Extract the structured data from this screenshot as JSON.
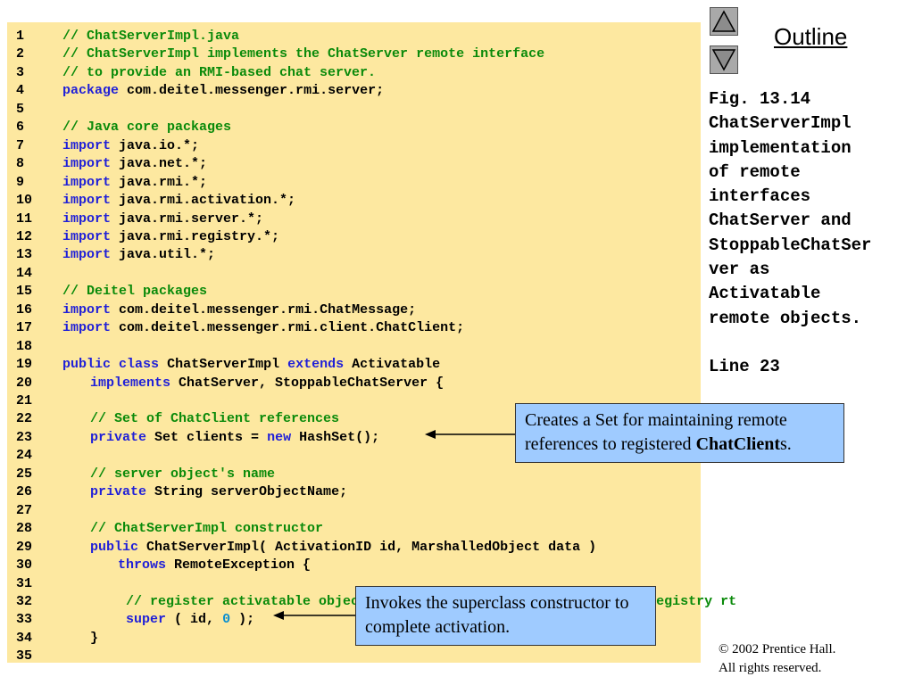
{
  "nav": {
    "up_icon": "triangle-up-icon",
    "down_icon": "triangle-down-icon",
    "outline_label": "Outline"
  },
  "caption": {
    "lines": [
      "Fig. 13.14",
      "ChatServerImpl",
      "implementation",
      "of remote",
      "interfaces",
      "ChatServer and",
      "StoppableChatSer",
      "ver as",
      "Activatable",
      "remote objects."
    ],
    "line_ref": "Line 23"
  },
  "callouts": {
    "set": {
      "text_before": "Creates a Set for maintaining remote references to registered ",
      "bold": "ChatClient",
      "text_after": "s."
    },
    "super": {
      "text": "Invokes the superclass constructor to complete activation."
    }
  },
  "copyright": {
    "line1": "© 2002 Prentice Hall.",
    "line2": "All rights reserved."
  },
  "code": {
    "lines": [
      {
        "n": "1",
        "indent": 0,
        "tokens": [
          [
            "cm",
            "// ChatServerImpl.java"
          ]
        ]
      },
      {
        "n": "2",
        "indent": 0,
        "tokens": [
          [
            "cm",
            "// ChatServerImpl implements the ChatServer remote interface"
          ]
        ]
      },
      {
        "n": "3",
        "indent": 0,
        "tokens": [
          [
            "cm",
            "// to provide an RMI-based chat server."
          ]
        ]
      },
      {
        "n": "4",
        "indent": 0,
        "tokens": [
          [
            "kw",
            "package"
          ],
          [
            "",
            "com.deitel.messenger.rmi.server;"
          ]
        ]
      },
      {
        "n": "5",
        "indent": 0,
        "tokens": []
      },
      {
        "n": "6",
        "indent": 0,
        "tokens": [
          [
            "cm",
            "// Java core packages"
          ]
        ]
      },
      {
        "n": "7",
        "indent": 0,
        "tokens": [
          [
            "kw",
            "import"
          ],
          [
            "",
            "java.io.*;"
          ]
        ]
      },
      {
        "n": "8",
        "indent": 0,
        "tokens": [
          [
            "kw",
            "import"
          ],
          [
            "",
            "java.net.*;"
          ]
        ]
      },
      {
        "n": "9",
        "indent": 0,
        "tokens": [
          [
            "kw",
            "import"
          ],
          [
            "",
            "java.rmi.*;"
          ]
        ]
      },
      {
        "n": "10",
        "indent": 0,
        "tokens": [
          [
            "kw",
            "import"
          ],
          [
            "",
            "java.rmi.activation.*;"
          ]
        ]
      },
      {
        "n": "11",
        "indent": 0,
        "tokens": [
          [
            "kw",
            "import"
          ],
          [
            "",
            "java.rmi.server.*;"
          ]
        ]
      },
      {
        "n": "12",
        "indent": 0,
        "tokens": [
          [
            "kw",
            "import"
          ],
          [
            "",
            "java.rmi.registry.*;"
          ]
        ]
      },
      {
        "n": "13",
        "indent": 0,
        "tokens": [
          [
            "kw",
            "import"
          ],
          [
            "",
            "java.util.*;"
          ]
        ]
      },
      {
        "n": "14",
        "indent": 0,
        "tokens": []
      },
      {
        "n": "15",
        "indent": 0,
        "tokens": [
          [
            "cm",
            "// Deitel packages"
          ]
        ]
      },
      {
        "n": "16",
        "indent": 0,
        "tokens": [
          [
            "kw",
            "import"
          ],
          [
            "",
            "com.deitel.messenger.rmi.ChatMessage;"
          ]
        ]
      },
      {
        "n": "17",
        "indent": 0,
        "tokens": [
          [
            "kw",
            "import"
          ],
          [
            "",
            "com.deitel.messenger.rmi.client.ChatClient;"
          ]
        ]
      },
      {
        "n": "18",
        "indent": 0,
        "tokens": []
      },
      {
        "n": "19",
        "indent": 0,
        "tokens": [
          [
            "kw",
            "public"
          ],
          [
            "kw",
            "class"
          ],
          [
            "",
            "ChatServerImpl"
          ],
          [
            "kw",
            "extends"
          ],
          [
            "",
            "Activatable"
          ]
        ]
      },
      {
        "n": "20",
        "indent": 1,
        "tokens": [
          [
            "kw",
            "implements"
          ],
          [
            "",
            "ChatServer, StoppableChatServer {"
          ]
        ]
      },
      {
        "n": "21",
        "indent": 0,
        "tokens": []
      },
      {
        "n": "22",
        "indent": 1,
        "tokens": [
          [
            "cm",
            "// Set of ChatClient references"
          ]
        ]
      },
      {
        "n": "23",
        "indent": 1,
        "tokens": [
          [
            "kw",
            "private"
          ],
          [
            "",
            "Set clients ="
          ],
          [
            "kw",
            "new"
          ],
          [
            "",
            "HashSet();"
          ]
        ]
      },
      {
        "n": "24",
        "indent": 0,
        "tokens": []
      },
      {
        "n": "25",
        "indent": 1,
        "tokens": [
          [
            "cm",
            "// server object's name"
          ]
        ]
      },
      {
        "n": "26",
        "indent": 1,
        "tokens": [
          [
            "kw",
            "private"
          ],
          [
            "",
            "String serverObjectName;"
          ]
        ]
      },
      {
        "n": "27",
        "indent": 0,
        "tokens": []
      },
      {
        "n": "28",
        "indent": 1,
        "tokens": [
          [
            "cm",
            "// ChatServerImpl constructor"
          ]
        ]
      },
      {
        "n": "29",
        "indent": 1,
        "tokens": [
          [
            "kw",
            "public"
          ],
          [
            "",
            "ChatServerImpl( ActivationID id, MarshalledObject data )"
          ]
        ]
      },
      {
        "n": "30",
        "indent": 2,
        "tokens": [
          [
            "kw",
            "throws"
          ],
          [
            "",
            "RemoteException {"
          ]
        ]
      },
      {
        "n": "31",
        "indent": 0,
        "tokens": []
      },
      {
        "n": "32",
        "indent": 2,
        "tokens": [
          [
            "cm",
            " // register activatable object and export remote object with the registry rt"
          ]
        ]
      },
      {
        "n": "33",
        "indent": 2,
        "tokens": [
          [
            "kw",
            " super"
          ],
          [
            "",
            "( id,"
          ],
          [
            "num",
            "0"
          ],
          [
            "",
            ");"
          ]
        ]
      },
      {
        "n": "34",
        "indent": 1,
        "tokens": [
          [
            "",
            "}"
          ]
        ]
      },
      {
        "n": "35",
        "indent": 0,
        "tokens": []
      }
    ]
  }
}
